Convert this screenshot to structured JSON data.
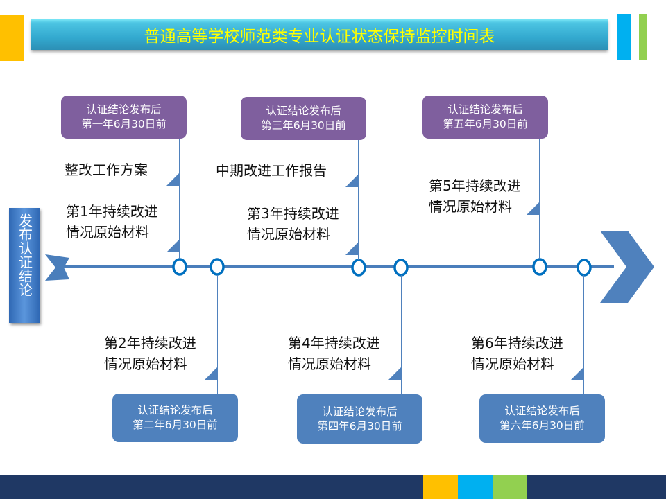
{
  "title": "普通高等学校师范类专业认证状态保持监控时间表",
  "start_label": "发布认证结论",
  "top_boxes": [
    {
      "line1": "认证结论发布后",
      "line2": "第一年6月30日前"
    },
    {
      "line1": "认证结论发布后",
      "line2": "第三年6月30日前"
    },
    {
      "line1": "认证结论发布后",
      "line2": "第五年6月30日前"
    }
  ],
  "bottom_boxes": [
    {
      "line1": "认证结论发布后",
      "line2": "第二年6月30日前"
    },
    {
      "line1": "认证结论发布后",
      "line2": "第四年6月30日前"
    },
    {
      "line1": "认证结论发布后",
      "line2": "第六年6月30日前"
    }
  ],
  "items": {
    "rectify": "整改工作方案",
    "midterm": "中期改进工作报告",
    "y1": [
      "第1年持续改进",
      "情况原始材料"
    ],
    "y2": [
      "第2年持续改进",
      "情况原始材料"
    ],
    "y3": [
      "第3年持续改进",
      "情况原始材料"
    ],
    "y4": [
      "第4年持续改进",
      "情况原始材料"
    ],
    "y5": [
      "第5年持续改进",
      "情况原始材料"
    ],
    "y6": [
      "第6年持续改进",
      "情况原始材料"
    ]
  },
  "colors": {
    "accent_yellow": "#ffc000",
    "accent_cyan": "#00b0f0",
    "accent_green": "#92d050",
    "navy": "#1f3864",
    "purple": "#7f5f9e",
    "blue": "#4f81bd"
  }
}
